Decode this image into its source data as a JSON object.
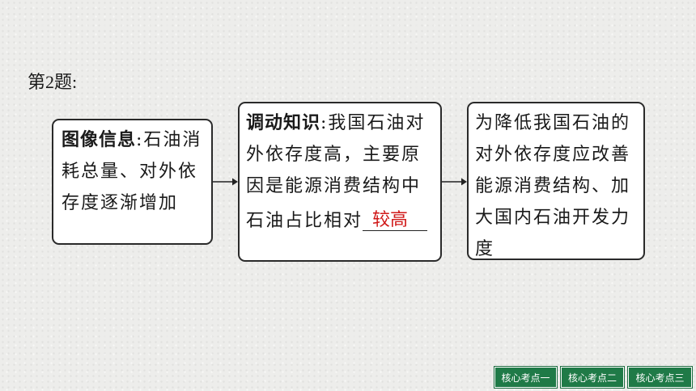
{
  "heading": "第2题:",
  "box1": {
    "label": "图像信息",
    "text": ":石油消耗总量、对外依存度逐渐增加"
  },
  "box2": {
    "label": "调动知识",
    "text": ":我国石油对外依存度高，主要原因是能源消费结构中石油占比相对",
    "answer": "较高"
  },
  "box3": {
    "text": "为降低我国石油的对外依存度应改善能源消费结构、加大国内石油开发力度"
  },
  "nav": {
    "item1": "核心考点一",
    "item2": "核心考点二",
    "item3": "核心考点三"
  },
  "colors": {
    "answer": "#d01818",
    "nav_bg": "#1f7a47",
    "border": "#2a2a2a"
  }
}
